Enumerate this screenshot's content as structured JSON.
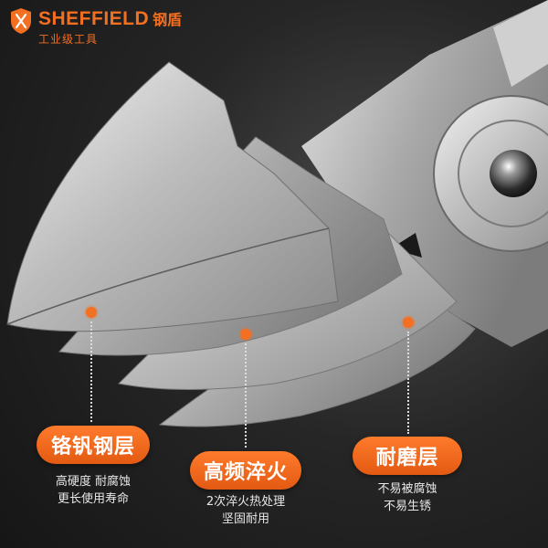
{
  "brand": {
    "name": "SHEFFIELD",
    "name_cn": "钢盾",
    "tagline": "工业级工具",
    "accent_color": "#f36f21"
  },
  "features": [
    {
      "label": "铬钒钢层",
      "desc_line1": "高硬度 耐腐蚀",
      "desc_line2": "更长使用寿命"
    },
    {
      "label": "高频淬火",
      "desc_line1": "2次淬火热处理",
      "desc_line2": "坚固耐用"
    },
    {
      "label": "耐磨层",
      "desc_line1": "不易被腐蚀",
      "desc_line2": "不易生锈"
    }
  ]
}
